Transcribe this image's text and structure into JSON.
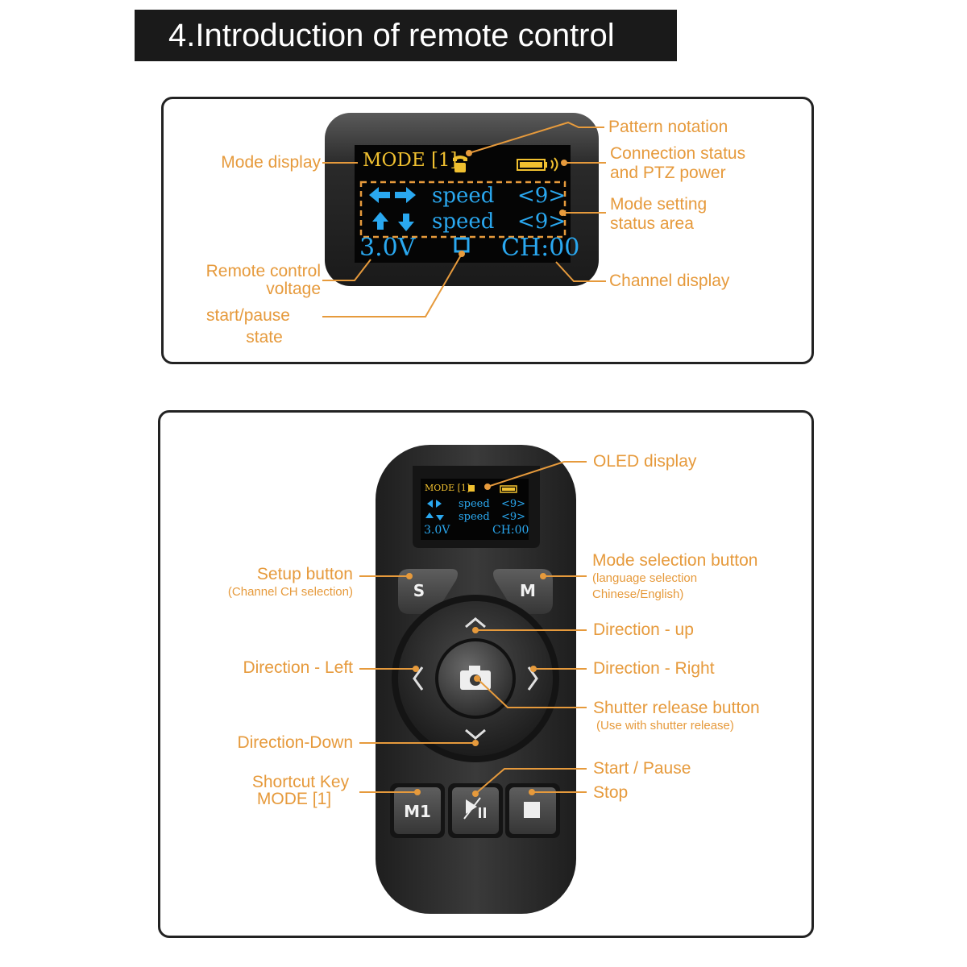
{
  "header": {
    "title": "4.Introduction of remote control"
  },
  "screen_panel": {
    "oled": {
      "mode_text": "MODE [1]",
      "row1_speed": "speed",
      "row1_value": "<9>",
      "row2_speed": "speed",
      "row2_value": "<9>",
      "voltage": "3.0V",
      "channel": "CH:00"
    },
    "labels": {
      "pattern_notation": "Pattern notation",
      "mode_display": "Mode display",
      "connection_status_line1": "Connection status",
      "connection_status_line2": "and PTZ power",
      "mode_setting_line1": "Mode setting",
      "mode_setting_line2": "status area",
      "remote_voltage_line1": "Remote control",
      "remote_voltage_line2": "voltage",
      "start_pause_line1": "start/pause",
      "start_pause_line2": "state",
      "channel_display": "Channel display"
    }
  },
  "remote_panel": {
    "oled": {
      "mode_text": "MODE [1]",
      "row1_speed": "speed",
      "row1_value": "<9>",
      "row2_speed": "speed",
      "row2_value": "<9>",
      "voltage": "3.0V",
      "channel": "CH:00"
    },
    "buttons": {
      "setup": "S",
      "mode": "M",
      "shortcut": "M1"
    },
    "labels": {
      "oled_display": "OLED display",
      "setup_button": "Setup button",
      "setup_button_sub": "(Channel CH selection)",
      "mode_selection": "Mode selection button",
      "mode_selection_sub1": "(language selection",
      "mode_selection_sub2": "Chinese/English)",
      "direction_up": "Direction - up",
      "direction_left": "Direction - Left",
      "direction_right": "Direction - Right",
      "shutter": "Shutter release button",
      "shutter_sub": "(Use with shutter release)",
      "direction_down": "Direction-Down",
      "start_pause": "Start / Pause",
      "shortcut_line1": "Shortcut Key",
      "shortcut_line2": "MODE [1]",
      "stop": "Stop"
    }
  },
  "colors": {
    "accent_orange": "#e69a3c",
    "oled_yellow": "#f0c030",
    "oled_blue": "#2aa8f0",
    "device_body": "#2b2b2b"
  },
  "icons": [
    "phone-icon",
    "battery-icon",
    "signal-icon",
    "arrow-left-right-icon",
    "arrow-up-down-icon",
    "stop-square-icon",
    "camera-icon",
    "play-pause-icon",
    "chevron-up-icon",
    "chevron-down-icon",
    "chevron-left-icon",
    "chevron-right-icon"
  ]
}
